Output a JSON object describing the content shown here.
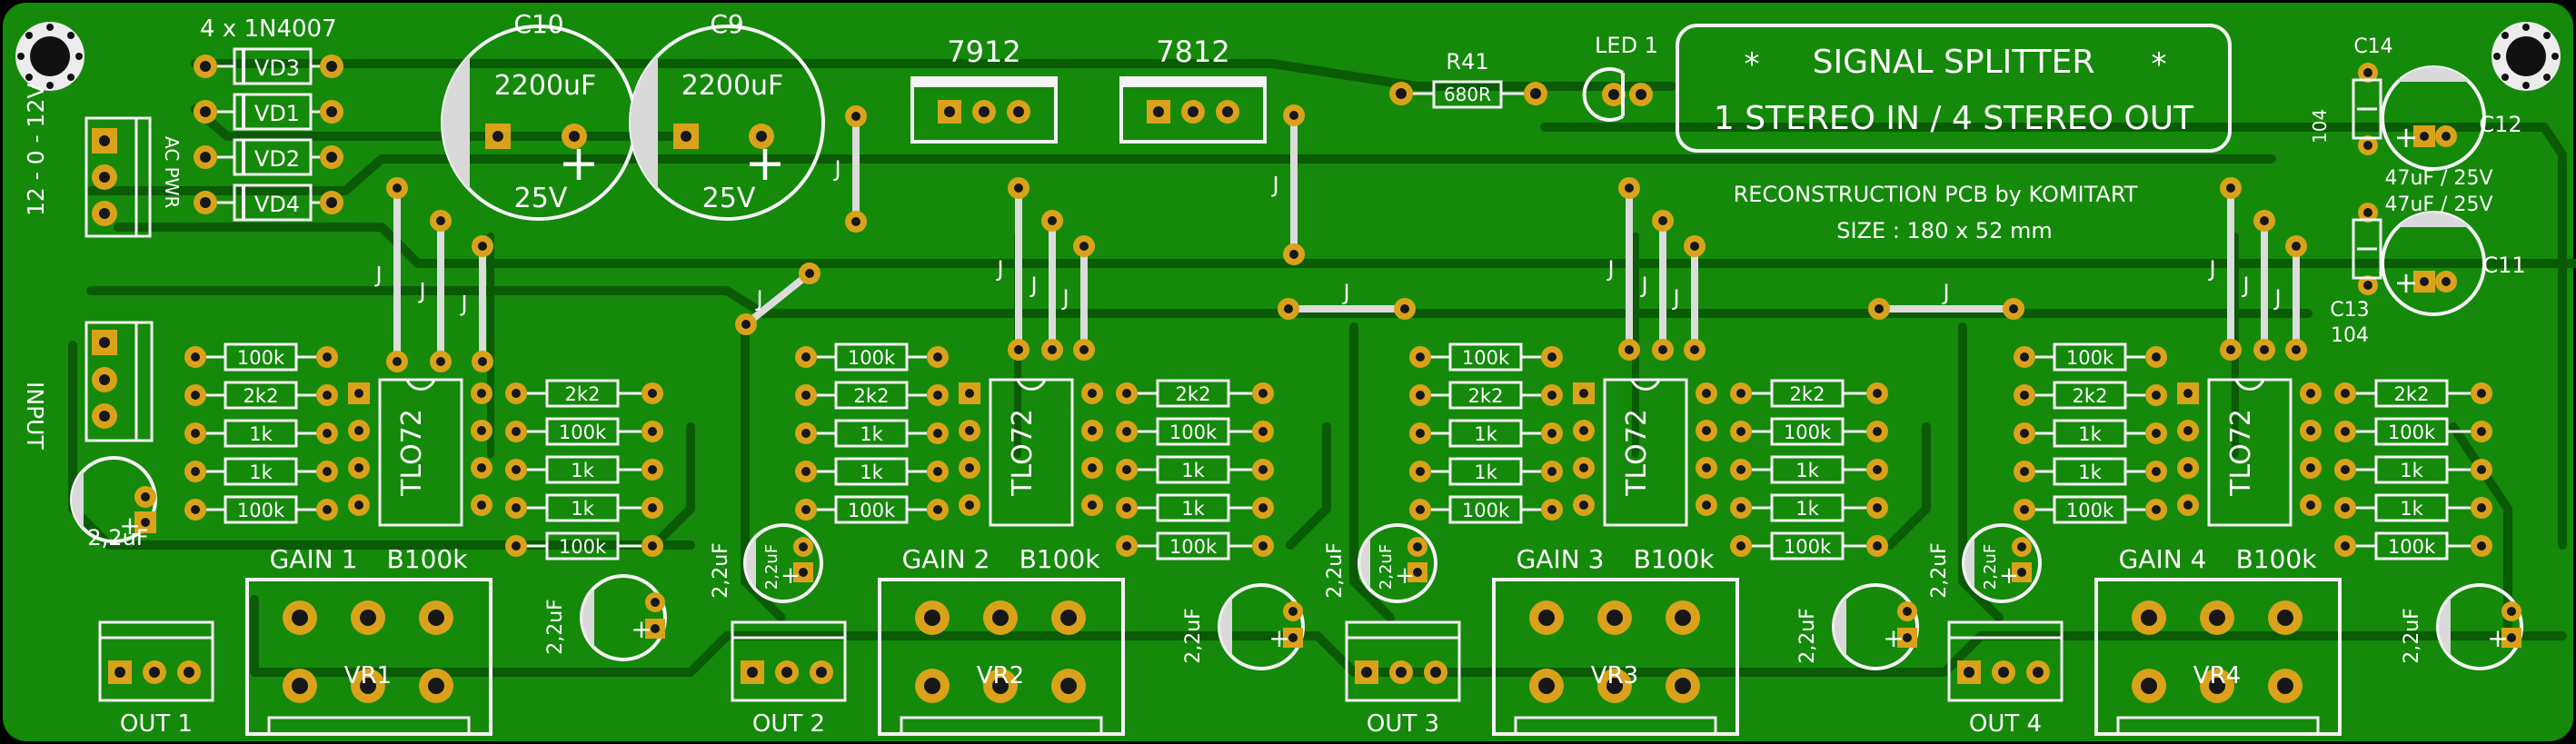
{
  "colors": {
    "board": "#14890a",
    "trace": "#0a5a06",
    "silk": "#f4f4f4",
    "pad": "#d9a21a",
    "hole": "#171717",
    "bg": "#000000"
  },
  "title": {
    "line1": "SIGNAL SPLITTER",
    "line2": "1 STEREO IN / 4 STEREO OUT",
    "star": "*"
  },
  "credits": {
    "line1": "RECONSTRUCTION PCB by KOMITART",
    "line2": "SIZE : 180 x 52 mm"
  },
  "power": {
    "diodes_label": "4 x 1N4007",
    "diodes": [
      "VD3",
      "VD1",
      "VD2",
      "VD4"
    ],
    "connector_rail": "12 - 0 - 12V",
    "connector_label": "AC PWR",
    "caps": [
      {
        "ref": "C10",
        "value": "2200uF",
        "voltage": "25V"
      },
      {
        "ref": "C9",
        "value": "2200uF",
        "voltage": "25V"
      }
    ],
    "regulators": [
      "7912",
      "7812"
    ],
    "resistor": {
      "ref": "R41",
      "value": "680R"
    },
    "led": "LED 1",
    "c14": {
      "ref": "C14",
      "value": "104"
    },
    "c12": {
      "ref": "C12",
      "value": "47uF / 25V"
    },
    "c11": {
      "ref": "C11",
      "value": "47uF / 25V"
    },
    "c13": {
      "ref": "C13",
      "value": "104"
    },
    "plus": "+"
  },
  "input": {
    "label": "INPUT",
    "cap": "2,2uF"
  },
  "jumper": "J",
  "stage": {
    "ic": "TLO72",
    "left_resistors": [
      "100k",
      "2k2",
      "1k",
      "1k",
      "100k"
    ],
    "right_resistors": [
      "2k2",
      "100k",
      "1k",
      "1k",
      "100k"
    ],
    "cap": "2,2uF"
  },
  "outputs": [
    {
      "gain": "GAIN 1",
      "pot": "B100k",
      "vr": "VR1",
      "out": "OUT 1"
    },
    {
      "gain": "GAIN 2",
      "pot": "B100k",
      "vr": "VR2",
      "out": "OUT 2"
    },
    {
      "gain": "GAIN 3",
      "pot": "B100k",
      "vr": "VR3",
      "out": "OUT 3"
    },
    {
      "gain": "GAIN 4",
      "pot": "B100k",
      "vr": "VR4",
      "out": "OUT 4"
    }
  ]
}
